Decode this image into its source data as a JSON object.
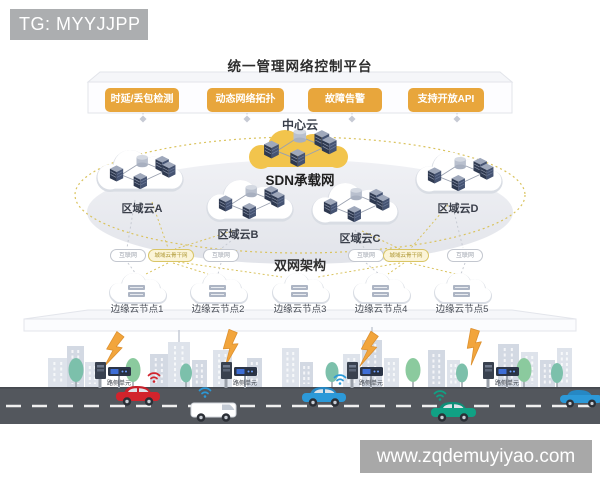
{
  "overlays": {
    "top_left": "TG: MYYJJPP",
    "bottom_right": "www.zqdemuyiyao.com"
  },
  "platform": {
    "title": "统一管理网络控制平台",
    "features": [
      "时延/丢包检测",
      "动态网络拓扑",
      "故障告警",
      "支持开放API"
    ]
  },
  "network": {
    "center_cloud": "中心云",
    "sdn": "SDN承载网",
    "regions": [
      "区域云A",
      "区域云B",
      "区域云C",
      "区域云D"
    ],
    "dual_net_label": "双网架构",
    "internet_label": "互联网",
    "backbone_label": "城域云骨干网",
    "edge_nodes": [
      "边缘云节点1",
      "边缘云节点2",
      "边缘云节点3",
      "边缘云节点4",
      "边缘云节点5"
    ],
    "rsu_label": "路侧单元"
  },
  "colors": {
    "feature_button_orange": "#e8a63c",
    "center_cloud_yellow": "#f2c44c",
    "server_navy": "#39455a",
    "dashed_yellow": "#d9c35f",
    "ellipse_gray": "#e9ebf0",
    "road_gray": "#53575d",
    "tree_teal": "#7cc0ab",
    "lightning_orange": "#f2a53c",
    "watermark_gray": "#a8a8a8",
    "car_red": "#d2232c",
    "car_blue": "#2c99d8",
    "car_green": "#10a184"
  }
}
